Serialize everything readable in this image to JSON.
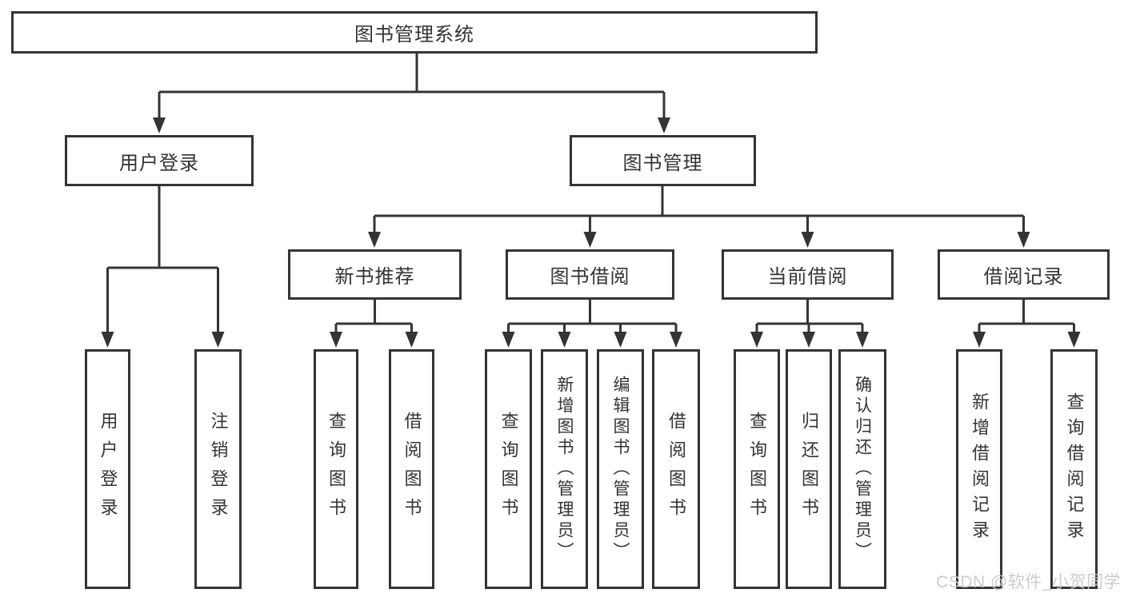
{
  "diagram": {
    "root": "图书管理系统",
    "level2": {
      "user_login": "用户登录",
      "book_management": "图书管理"
    },
    "level3": {
      "new_book_recommend": "新书推荐",
      "book_borrow": "图书借阅",
      "current_borrow": "当前借阅",
      "borrow_records": "借阅记录"
    },
    "leaves": {
      "user_login": "用户登录",
      "logout": "注销登录",
      "nb_query_book": "查询图书",
      "nb_borrow_book": "借阅图书",
      "bb_query_book": "查询图书",
      "bb_add_book": "新增图书（管理员）",
      "bb_edit_book": "编辑图书（管理员）",
      "bb_borrow_book": "借阅图书",
      "cb_query_book": "查询图书",
      "cb_return_book": "归还图书",
      "cb_confirm_return": "确认归还（管理员）",
      "br_add_record": "新增借阅记录",
      "br_query_record": "查询借阅记录"
    },
    "watermark": "CSDN @软件_小贺同学",
    "colors": {
      "line": "#343434",
      "text": "#333333",
      "watermark": "#c9c9c9",
      "background": "#ffffff"
    }
  }
}
